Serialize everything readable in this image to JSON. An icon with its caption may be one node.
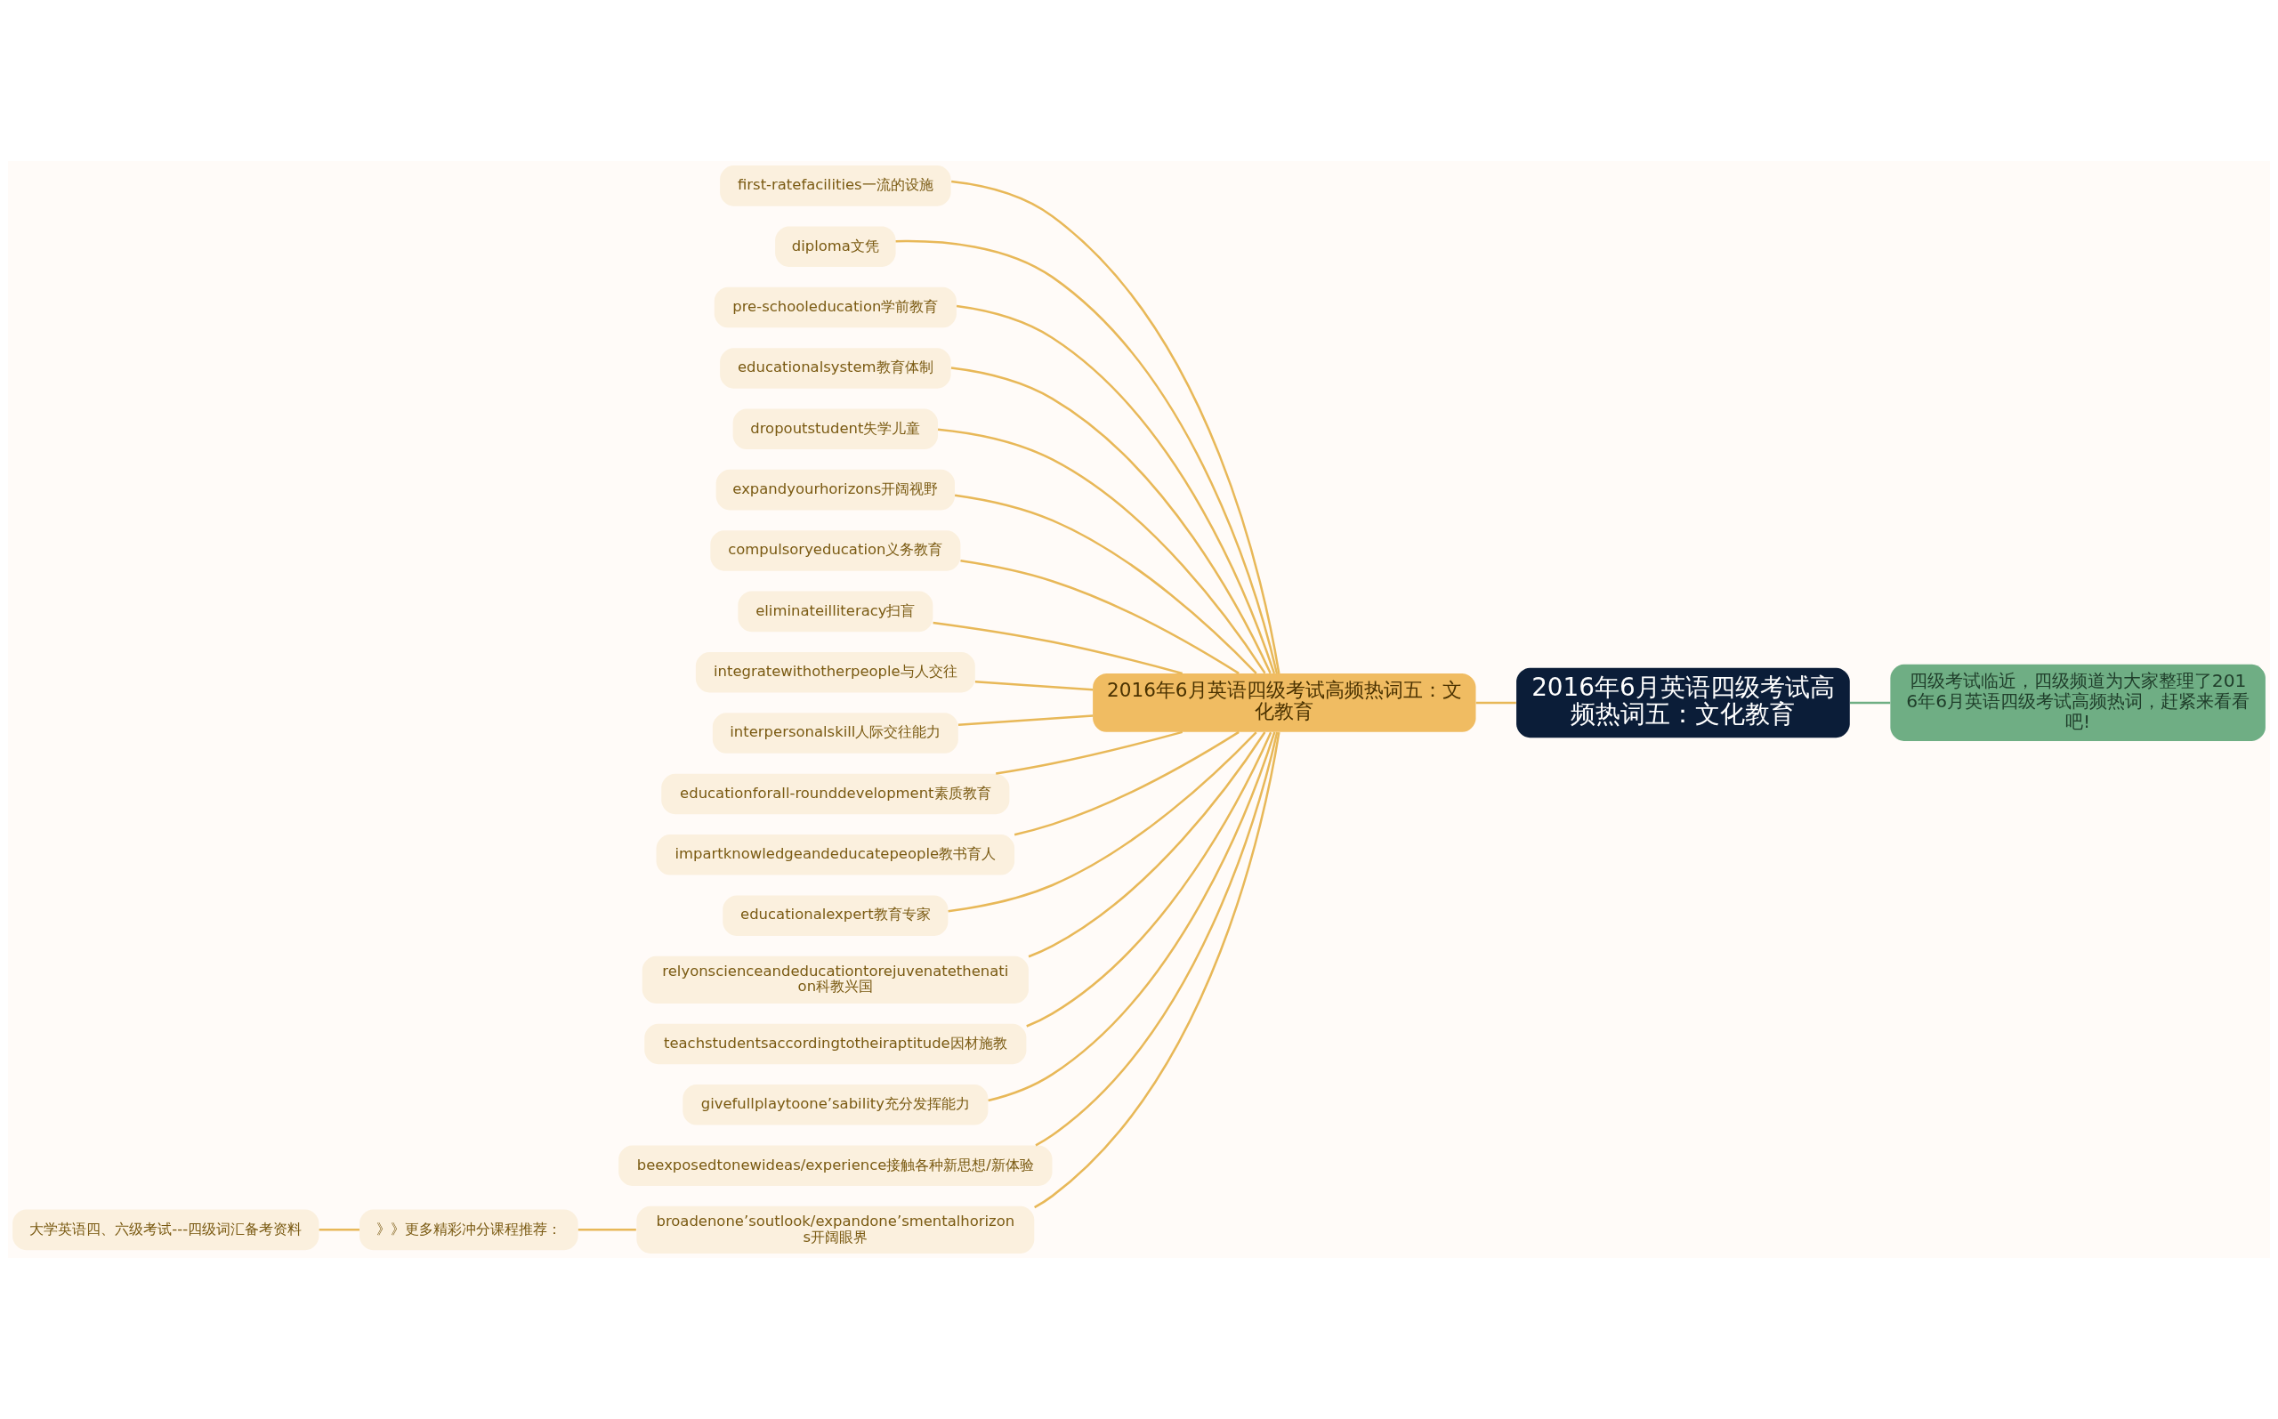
{
  "diagram": {
    "nodes": [
      {
        "text": [
          "2016年6月英语四级考试高频热词五：文化教育"
        ]
      },
      {
        "text": [
          "四级考试临近，四级频道为大家整理了2016年6月英语四级考试高频热词，赶紧来看看吧!"
        ]
      },
      {
        "text": [
          "2016年6月英语四级考试高频热词五：文化教育"
        ]
      },
      {
        "text": [
          "first-ratefacilities一流的设施"
        ]
      },
      {
        "text": [
          "diploma文凭"
        ]
      },
      {
        "text": [
          "pre-schooleducation学前教育"
        ]
      },
      {
        "text": [
          "educationalsystem教育体制"
        ]
      },
      {
        "text": [
          "dropoutstudent失学儿童"
        ]
      },
      {
        "text": [
          "expandyourhorizons开阔视野"
        ]
      },
      {
        "text": [
          "compulsoryeducation义务教育"
        ]
      },
      {
        "text": [
          "eliminateilliteracy扫盲"
        ]
      },
      {
        "text": [
          "integratewithotherpeople与人交往"
        ]
      },
      {
        "text": [
          "interpersonalskill人际交往能力"
        ]
      },
      {
        "text": [
          "educationforall-rounddevelopment素质教育"
        ]
      },
      {
        "text": [
          "impartknowledgeandeducatepeople教书育人"
        ]
      },
      {
        "text": [
          "educationalexpert教育专家"
        ]
      },
      {
        "text": [
          "relyonscienceandeducationtorejuvenatethenation科教兴国"
        ]
      },
      {
        "text": [
          "teachstudentsaccordingtotheiraptitude因材施教"
        ]
      },
      {
        "text": [
          "givefullplaytoone’sability充分发挥能力"
        ]
      },
      {
        "text": [
          "beexposedtonewideas/experience接触各种新思想/新体验"
        ]
      },
      {
        "text": [
          "broadenone’soutlook/expandone’smentalhorizons开阔眼界"
        ]
      },
      {
        "text": [
          "》》更多精彩冲分课程推荐："
        ]
      },
      {
        "text": [
          "大学英语四、六级考试---四级词汇备考资料"
        ]
      }
    ],
    "edges": [
      {
        "from": 0,
        "to": 1,
        "arrow": "none",
        "color": "#6fae84"
      },
      {
        "from": 0,
        "to": 2,
        "arrow": "none"
      },
      {
        "from": 2,
        "to": 3,
        "arrow": "none"
      },
      {
        "from": 2,
        "to": 4,
        "arrow": "none"
      },
      {
        "from": 2,
        "to": 5,
        "arrow": "none"
      },
      {
        "from": 2,
        "to": 6,
        "arrow": "none"
      },
      {
        "from": 2,
        "to": 7,
        "arrow": "none"
      },
      {
        "from": 2,
        "to": 8,
        "arrow": "none"
      },
      {
        "from": 2,
        "to": 9,
        "arrow": "none"
      },
      {
        "from": 2,
        "to": 10,
        "arrow": "none"
      },
      {
        "from": 2,
        "to": 11,
        "arrow": "none"
      },
      {
        "from": 2,
        "to": 12,
        "arrow": "none"
      },
      {
        "from": 2,
        "to": 13,
        "arrow": "none"
      },
      {
        "from": 2,
        "to": 14,
        "arrow": "none"
      },
      {
        "from": 2,
        "to": 15,
        "arrow": "none"
      },
      {
        "from": 2,
        "to": 16,
        "arrow": "none"
      },
      {
        "from": 2,
        "to": 17,
        "arrow": "none"
      },
      {
        "from": 2,
        "to": 18,
        "arrow": "none"
      },
      {
        "from": 2,
        "to": 19,
        "arrow": "none"
      },
      {
        "from": 2,
        "to": 20,
        "arrow": "none"
      },
      {
        "from": 20,
        "to": 21,
        "arrow": "none"
      },
      {
        "from": 21,
        "to": 22,
        "arrow": "none"
      }
    ]
  }
}
